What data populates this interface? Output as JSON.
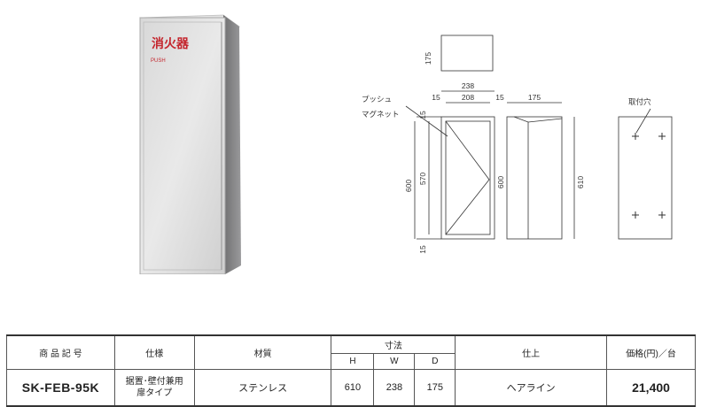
{
  "product_photo": {
    "door_label": "消火器",
    "door_sublabel": "PUSH"
  },
  "drawing": {
    "top_view_height": "175",
    "front_width_total": "238",
    "front_inner": "208",
    "front_side_left": "15",
    "front_side_right": "15",
    "side_depth": "175",
    "front_height": "600",
    "front_inner_height": "570",
    "front_bottom": "15",
    "front_top": "15",
    "side_height": "600",
    "side_total_height": "610",
    "push_label": "プッシュ",
    "magnet_label": "マグネット",
    "mount_hole_label": "取付穴"
  },
  "table": {
    "headers": {
      "model": "商 品 記 号",
      "spec": "仕様",
      "material": "材質",
      "dimensions": "寸法",
      "finish": "仕上",
      "price": "価格(円)／台",
      "h": "H",
      "w": "W",
      "d": "D"
    },
    "row": {
      "model": "SK-FEB-95K",
      "spec_line1": "据置･壁付兼用",
      "spec_line2": "扉タイプ",
      "material": "ステンレス",
      "h": "610",
      "w": "238",
      "d": "175",
      "finish": "ヘアライン",
      "price": "21,400"
    }
  }
}
